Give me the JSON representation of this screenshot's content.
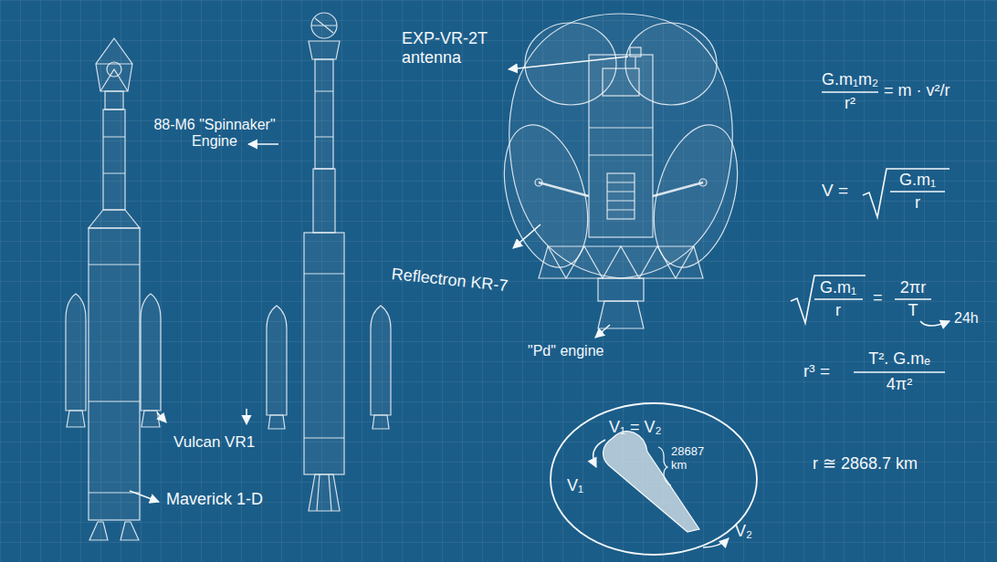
{
  "diagram": {
    "nodes": [
      {
        "text": [
          "V₁ = V₂",
          "V₁",
          "28687 km"
        ]
      }
    ],
    "labels": [
      "EXP-VR-2T antenna",
      "88-M6 \"Spinnaker\" Engine",
      "Reflectron KR-7",
      "Vulcan VR1",
      "Maverick 1-D",
      "\"Pd\" engine",
      "G.m₁m₂",
      "r²",
      "= m · v²/r",
      "V =",
      "G.m₁",
      "r",
      "G.m₁",
      "r",
      "=",
      "2πr",
      "T",
      "24h",
      "r³ =",
      "T². G.mₑ",
      "4π²",
      "r ≅ 2868.7 km",
      "V₂"
    ]
  }
}
